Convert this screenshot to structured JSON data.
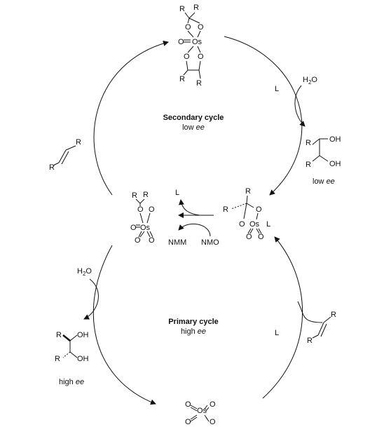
{
  "secondary_cycle": {
    "title": "Secondary cycle",
    "subtitle_prefix": "low ",
    "subtitle_ee": "ee"
  },
  "primary_cycle": {
    "title": "Primary cycle",
    "subtitle_prefix": "high ",
    "subtitle_ee": "ee"
  },
  "atoms": {
    "R": "R",
    "O": "O",
    "Os": "Os",
    "OH": "OH",
    "L": "L",
    "H2O_H": "H",
    "H2O_2": "2",
    "H2O_O": "O"
  },
  "reagents": {
    "nmm": "NMM",
    "nmo": "NMO"
  },
  "diol_labels": {
    "low": {
      "prefix": "low ",
      "ee": "ee"
    },
    "high": {
      "prefix": "high ",
      "ee": "ee"
    }
  }
}
